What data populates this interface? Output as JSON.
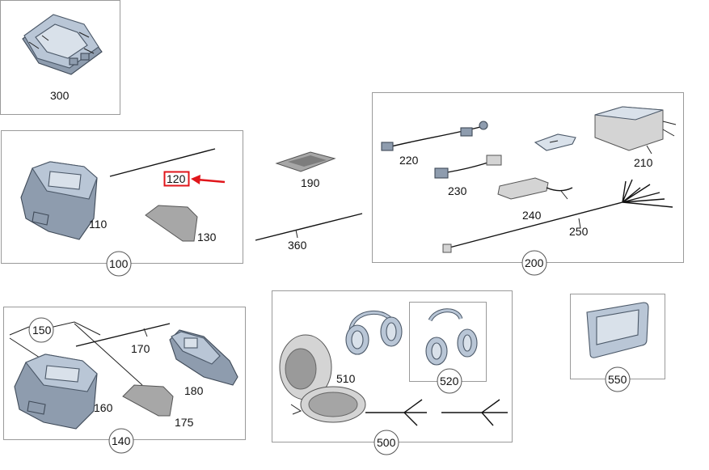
{
  "labels": {
    "p300": "300",
    "p100": "100",
    "p110": "110",
    "p120": "120",
    "p130": "130",
    "p190": "190",
    "p360": "360",
    "p200": "200",
    "p210": "210",
    "p220": "220",
    "p230": "230",
    "p240": "240",
    "p250": "250",
    "p140": "140",
    "p150": "150",
    "p160": "160",
    "p170": "170",
    "p175": "175",
    "p180": "180",
    "p500": "500",
    "p510": "510",
    "p520": "520",
    "p550": "550"
  },
  "highlight": {
    "part": "120",
    "color": "#e0161b"
  },
  "colors": {
    "part_fill": "#b9c6d6",
    "part_stroke": "#4b5868"
  }
}
